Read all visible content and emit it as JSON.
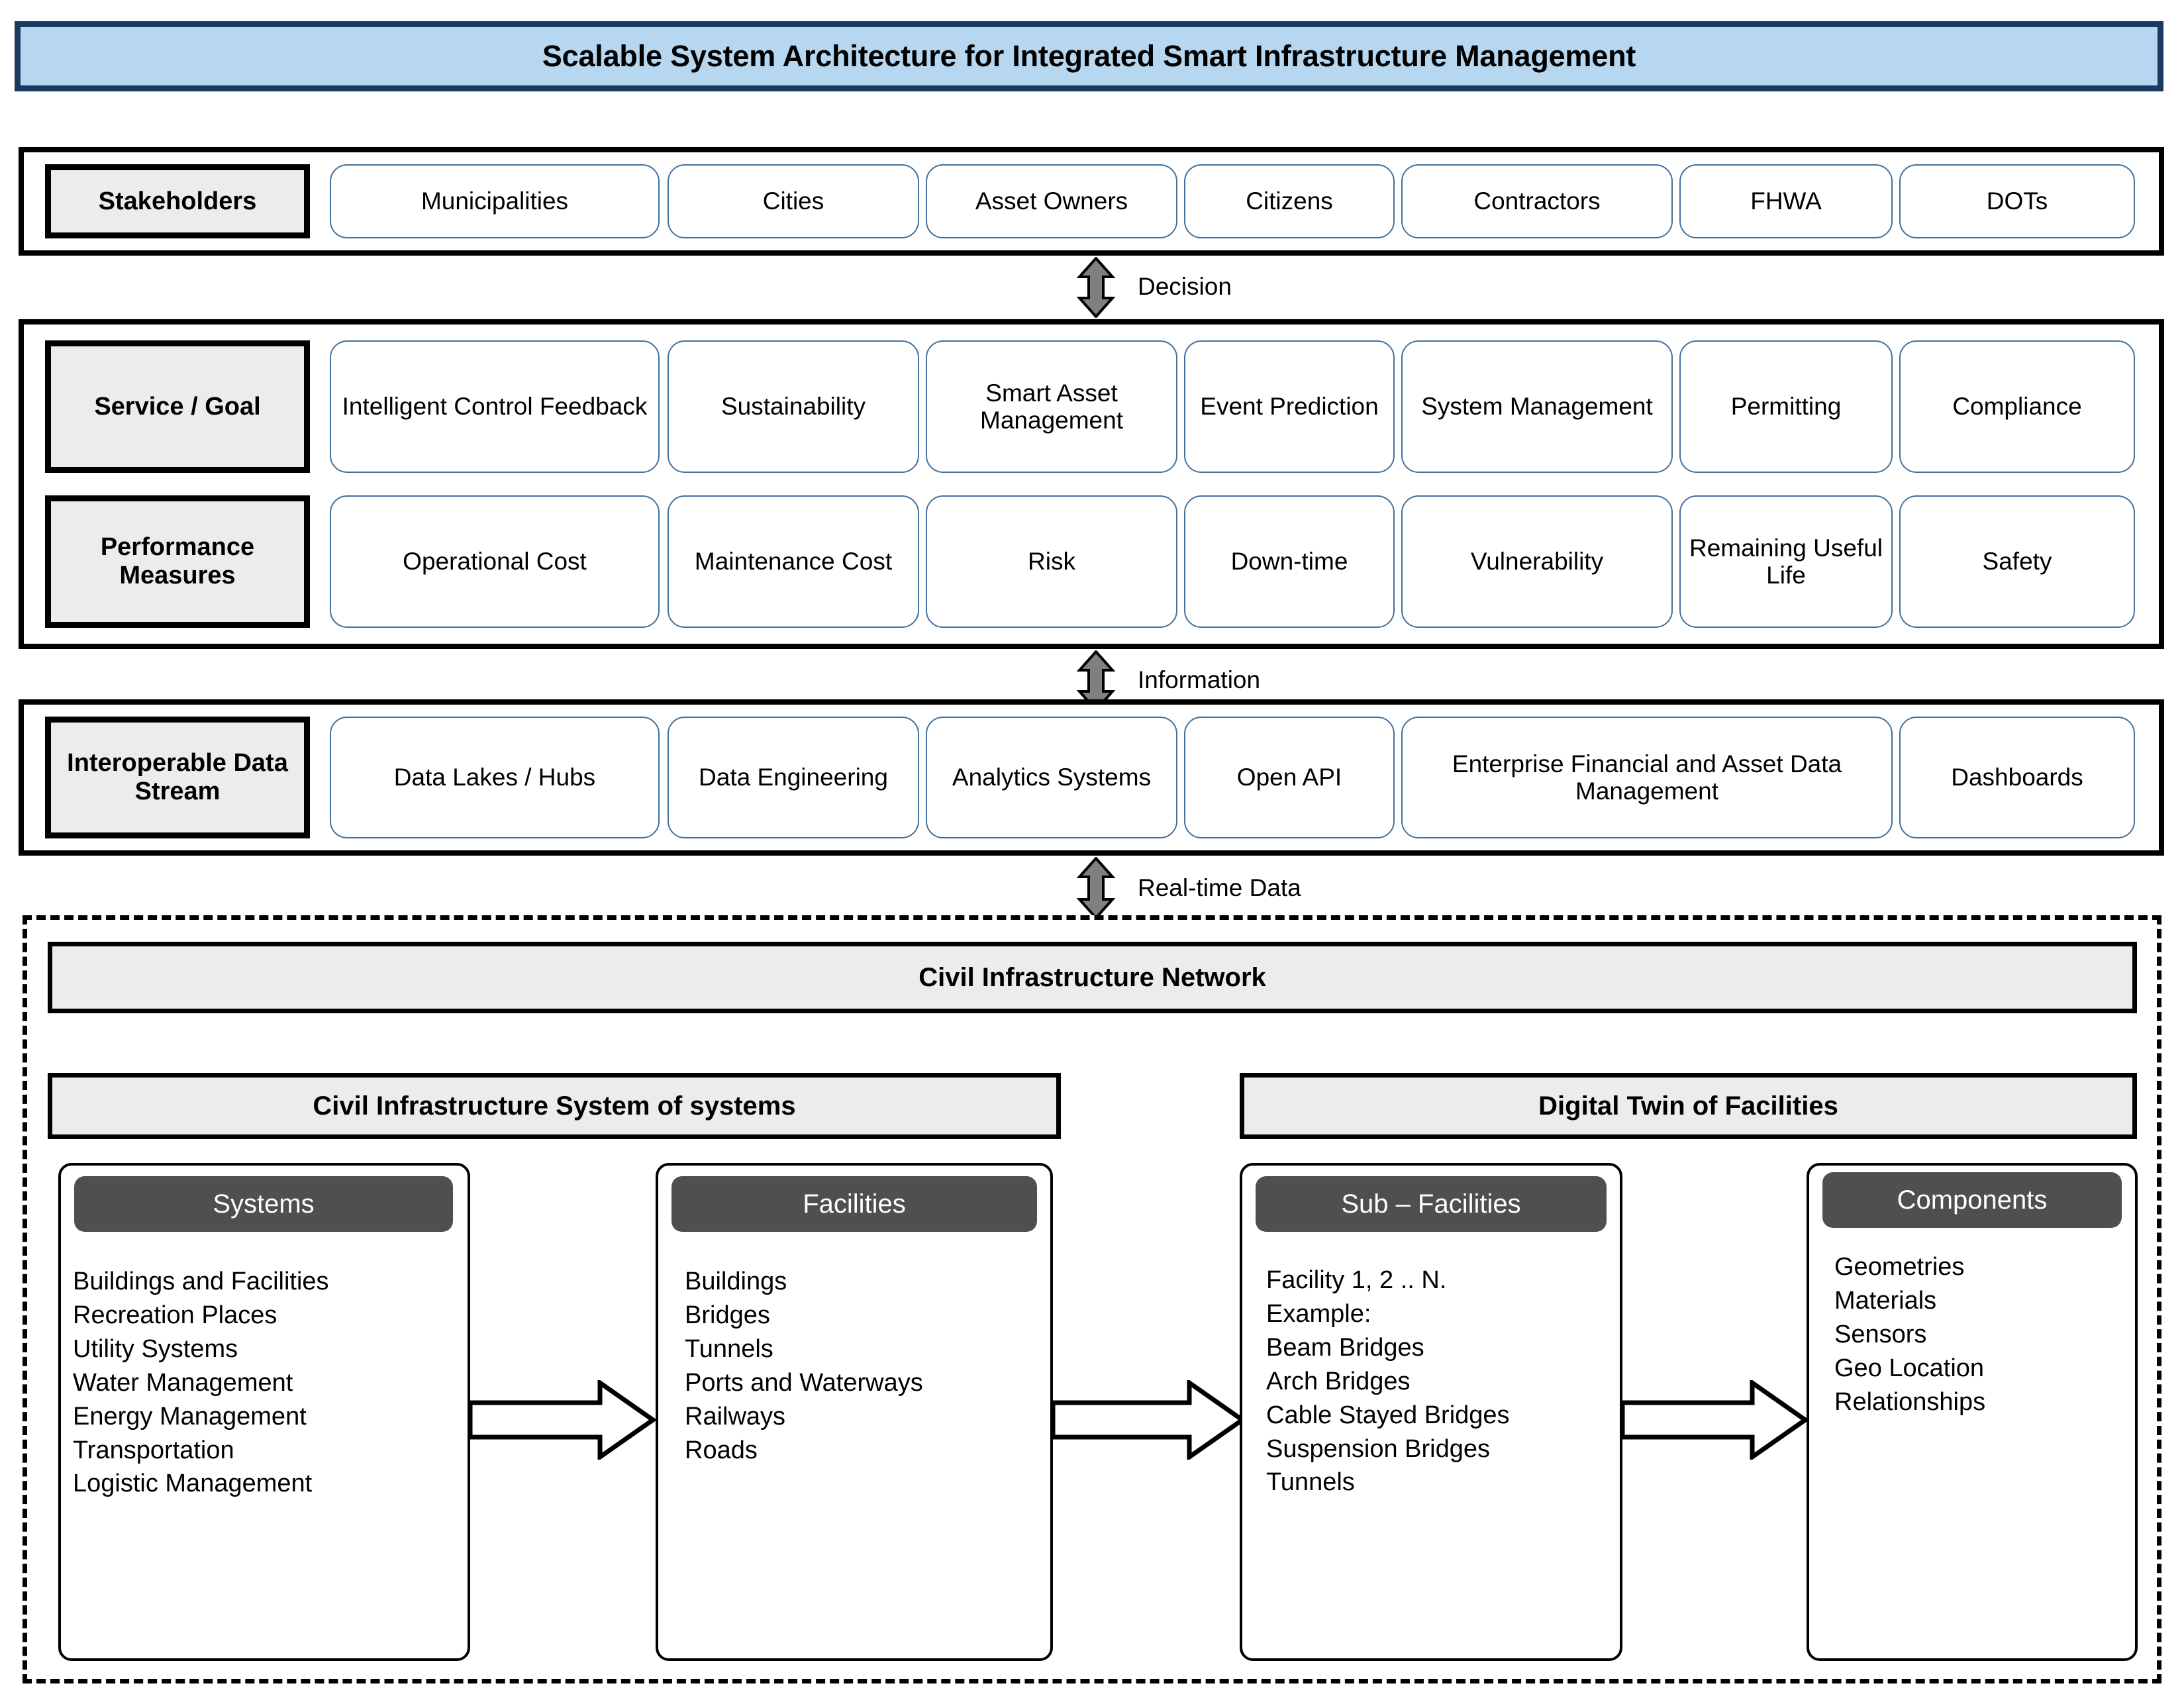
{
  "title": {
    "text": "Scalable System Architecture for Integrated Smart Infrastructure Management",
    "fill_color": "#b6d7ef",
    "border_color": "#1b3a62"
  },
  "stakeholders": {
    "label": "Stakeholders",
    "items": [
      "Municipalities",
      "Cities",
      "Asset Owners",
      "Citizens",
      "Contractors",
      "FHWA",
      "DOTs"
    ]
  },
  "service_goal": {
    "label": "Service / Goal",
    "items": [
      "Intelligent Control Feedback",
      "Sustainability",
      "Smart Asset Management",
      "Event Prediction",
      "System Management",
      "Permitting",
      "Compliance"
    ]
  },
  "performance_measures": {
    "label": "Performance Measures",
    "items": [
      "Operational Cost",
      "Maintenance Cost",
      "Risk",
      "Down-time",
      "Vulnerability",
      "Remaining Useful Life",
      "Safety"
    ]
  },
  "interoperable_data_stream": {
    "label": "Interoperable Data Stream",
    "items": [
      "Data Lakes / Hubs",
      "Data Engineering",
      "Analytics Systems",
      "Open API",
      "Enterprise Financial and Asset Data Management",
      "Dashboards"
    ]
  },
  "connectors": [
    {
      "name": "decision",
      "label": "Decision"
    },
    {
      "name": "information",
      "label": "Information"
    },
    {
      "name": "realtime",
      "label": "Real-time Data"
    }
  ],
  "network": {
    "banner": "Civil Infrastructure Network",
    "left_group_banner": "Civil Infrastructure System of systems",
    "right_group_banner": "Digital Twin of Facilities"
  },
  "columns": [
    {
      "name": "systems",
      "header": "Systems",
      "items": [
        "Buildings and Facilities",
        "Recreation Places",
        "Utility Systems",
        "Water Management",
        "Energy Management",
        "Transportation",
        "Logistic Management"
      ]
    },
    {
      "name": "facilities",
      "header": "Facilities",
      "items": [
        "Buildings",
        "Bridges",
        "Tunnels",
        "Ports and Waterways",
        "Railways",
        "Roads"
      ]
    },
    {
      "name": "sub-facilities",
      "header": "Sub – Facilities",
      "items": [
        "Facility 1, 2 .. N.",
        "Example:",
        "Beam Bridges",
        "Arch Bridges",
        "Cable Stayed Bridges",
        "Suspension Bridges",
        "Tunnels"
      ]
    },
    {
      "name": "components",
      "header": "Components",
      "items": [
        "Geometries",
        "Materials",
        "Sensors",
        "Geo Location",
        "Relationships"
      ]
    }
  ],
  "colors": {
    "banner_fill": "#b6d7ef",
    "banner_border": "#1b3a62",
    "label_fill": "#ececec",
    "pill_border": "#41719c",
    "card_header_fill": "#4f4f4f",
    "arrow_fill": "#808080",
    "frame": "#000000"
  }
}
